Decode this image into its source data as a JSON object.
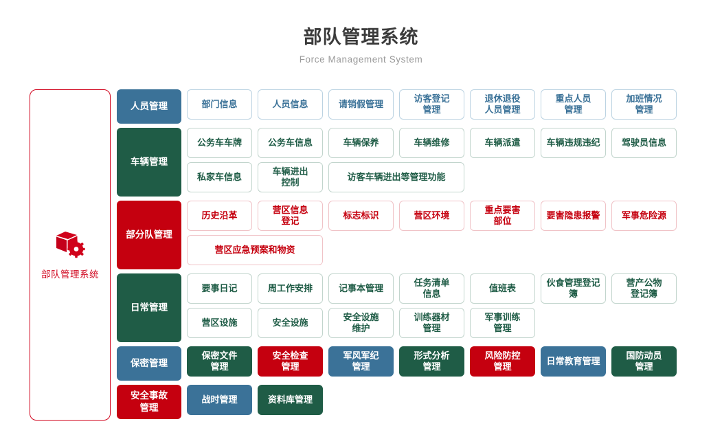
{
  "header": {
    "title": "部队管理系统",
    "subtitle": "Force Management System"
  },
  "sidebar": {
    "icon": "cube-gear-icon",
    "label": "部队管理系统",
    "accent": "#d0021b"
  },
  "palette": {
    "blue": "#3b7298",
    "green": "#1f5c46",
    "red": "#c5000f"
  },
  "rows": [
    {
      "category": "人员管理",
      "color": "blue",
      "style": "outline",
      "items": [
        {
          "label": "部门信息",
          "color": "blue",
          "style": "outline",
          "span": 1
        },
        {
          "label": "人员信息",
          "color": "blue",
          "style": "outline",
          "span": 1
        },
        {
          "label": "请销假管理",
          "color": "blue",
          "style": "outline",
          "span": 1
        },
        {
          "label": "访客登记\n管理",
          "color": "blue",
          "style": "outline",
          "span": 1
        },
        {
          "label": "退休退役\n人员管理",
          "color": "blue",
          "style": "outline",
          "span": 1
        },
        {
          "label": "重点人员\n管理",
          "color": "blue",
          "style": "outline",
          "span": 1
        },
        {
          "label": "加班情况\n管理",
          "color": "blue",
          "style": "outline",
          "span": 1
        }
      ]
    },
    {
      "category": "车辆管理",
      "color": "green",
      "style": "outline",
      "items": [
        {
          "label": "公务车车牌",
          "color": "green",
          "style": "outline",
          "span": 1
        },
        {
          "label": "公务车信息",
          "color": "green",
          "style": "outline",
          "span": 1
        },
        {
          "label": "车辆保养",
          "color": "green",
          "style": "outline",
          "span": 1
        },
        {
          "label": "车辆维修",
          "color": "green",
          "style": "outline",
          "span": 1
        },
        {
          "label": "车辆派遣",
          "color": "green",
          "style": "outline",
          "span": 1
        },
        {
          "label": "车辆违规违纪",
          "color": "green",
          "style": "outline",
          "span": 1
        },
        {
          "label": "驾驶员信息",
          "color": "green",
          "style": "outline",
          "span": 1
        },
        {
          "label": "私家车信息",
          "color": "green",
          "style": "outline",
          "span": 1
        },
        {
          "label": "车辆进出\n控制",
          "color": "green",
          "style": "outline",
          "span": 1
        },
        {
          "label": "访客车辆进出等管理功能",
          "color": "green",
          "style": "outline",
          "span": 2
        }
      ]
    },
    {
      "category": "部分队管理",
      "color": "red",
      "style": "outline",
      "items": [
        {
          "label": "历史沿革",
          "color": "red",
          "style": "outline",
          "span": 1
        },
        {
          "label": "营区信息\n登记",
          "color": "red",
          "style": "outline",
          "span": 1
        },
        {
          "label": "标志标识",
          "color": "red",
          "style": "outline",
          "span": 1
        },
        {
          "label": "营区环境",
          "color": "red",
          "style": "outline",
          "span": 1
        },
        {
          "label": "重点要害\n部位",
          "color": "red",
          "style": "outline",
          "span": 1
        },
        {
          "label": "要害隐患报警",
          "color": "red",
          "style": "outline",
          "span": 1
        },
        {
          "label": "军事危险源",
          "color": "red",
          "style": "outline",
          "span": 1
        },
        {
          "label": "营区应急预案和物资",
          "color": "red",
          "style": "outline",
          "span": 2
        }
      ]
    },
    {
      "category": "日常管理",
      "color": "green",
      "style": "outline",
      "items": [
        {
          "label": "要事日记",
          "color": "green",
          "style": "outline",
          "span": 1
        },
        {
          "label": "周工作安排",
          "color": "green",
          "style": "outline",
          "span": 1
        },
        {
          "label": "记事本管理",
          "color": "green",
          "style": "outline",
          "span": 1
        },
        {
          "label": "任务清单\n信息",
          "color": "green",
          "style": "outline",
          "span": 1
        },
        {
          "label": "值班表",
          "color": "green",
          "style": "outline",
          "span": 1
        },
        {
          "label": "伙食管理登记簿",
          "color": "green",
          "style": "outline",
          "span": 1
        },
        {
          "label": "营产公物\n登记簿",
          "color": "green",
          "style": "outline",
          "span": 1
        },
        {
          "label": "营区设施",
          "color": "green",
          "style": "outline",
          "span": 1
        },
        {
          "label": "安全设施",
          "color": "green",
          "style": "outline",
          "span": 1
        },
        {
          "label": "安全设施\n维护",
          "color": "green",
          "style": "outline",
          "span": 1
        },
        {
          "label": "训练器材\n管理",
          "color": "green",
          "style": "outline",
          "span": 1
        },
        {
          "label": "军事训练\n管理",
          "color": "green",
          "style": "outline",
          "span": 1
        }
      ]
    },
    {
      "category": "保密管理",
      "color": "blue",
      "style": "solid",
      "items": [
        {
          "label": "保密文件\n管理",
          "color": "green",
          "style": "solid",
          "span": 1
        },
        {
          "label": "安全检查\n管理",
          "color": "red",
          "style": "solid",
          "span": 1
        },
        {
          "label": "军风军纪\n管理",
          "color": "blue",
          "style": "solid",
          "span": 1
        },
        {
          "label": "形式分析\n管理",
          "color": "green",
          "style": "solid",
          "span": 1
        },
        {
          "label": "风险防控\n管理",
          "color": "red",
          "style": "solid",
          "span": 1
        },
        {
          "label": "日常教育管理",
          "color": "blue",
          "style": "solid",
          "span": 1
        },
        {
          "label": "国防动员\n管理",
          "color": "green",
          "style": "solid",
          "span": 1
        }
      ]
    },
    {
      "category": "安全事故\n管理",
      "color": "red",
      "style": "solid",
      "items": [
        {
          "label": "战时管理",
          "color": "blue",
          "style": "solid",
          "span": 1
        },
        {
          "label": "资料库管理",
          "color": "green",
          "style": "solid",
          "span": 1
        }
      ]
    }
  ]
}
